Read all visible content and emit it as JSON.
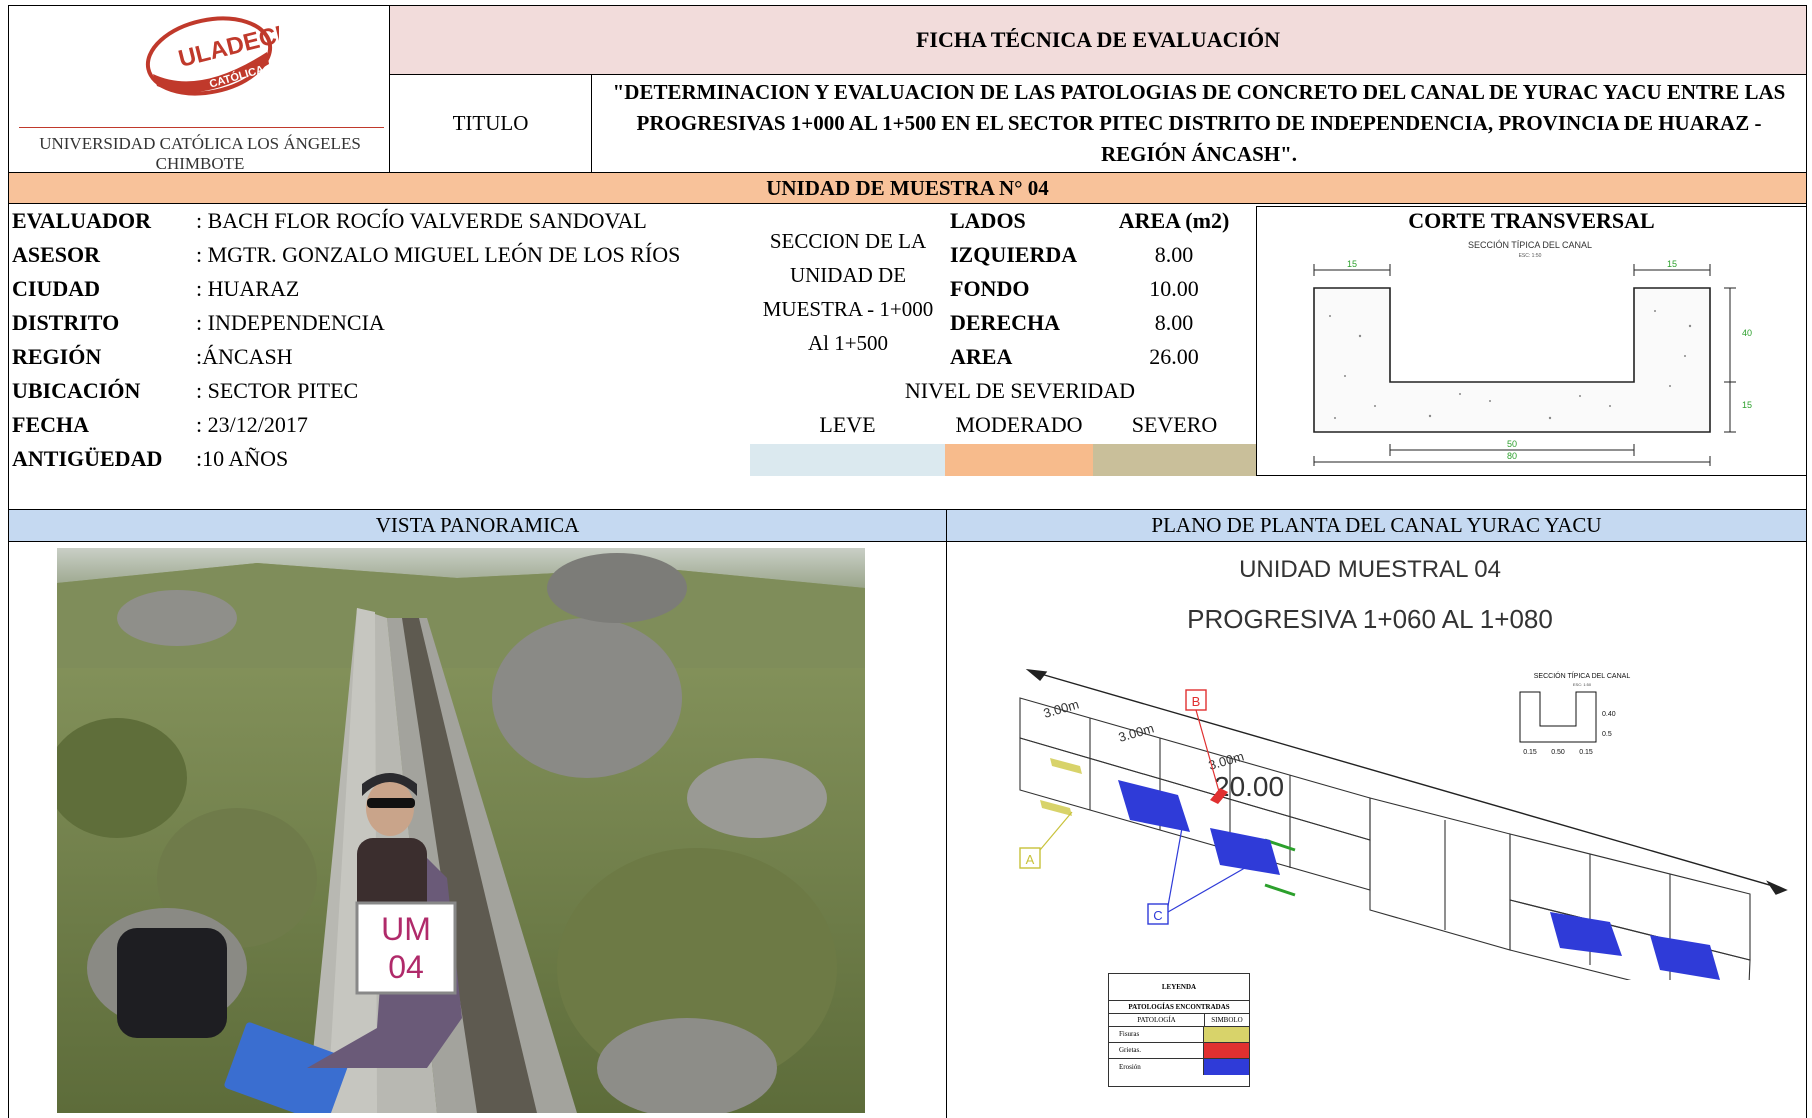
{
  "logo": {
    "text": "ULADECH",
    "subtext": "CATÓLICA"
  },
  "university": {
    "line1": "UNIVERSIDAD CATÓLICA LOS ÁNGELES",
    "line2": "CHIMBOTE"
  },
  "header": {
    "title": "FICHA TÉCNICA DE EVALUACIÓN",
    "label_titulo": "TITULO",
    "thesis_title": "\"DETERMINACION Y EVALUACION DE LAS PATOLOGIAS DE CONCRETO DEL CANAL DE YURAC YACU ENTRE LAS PROGRESIVAS 1+000 AL 1+500  EN EL SECTOR PITEC DISTRITO DE INDEPENDENCIA, PROVINCIA DE HUARAZ - REGIÓN  ÁNCASH\"."
  },
  "unit_bar": "UNIDAD DE MUESTRA N° 04",
  "info": [
    {
      "label": "EVALUADOR",
      "value": ": BACH FLOR ROCÍO VALVERDE SANDOVAL"
    },
    {
      "label": "ASESOR",
      "value": ": MGTR. GONZALO MIGUEL LEÓN DE LOS RÍOS"
    },
    {
      "label": "CIUDAD",
      "value": ": HUARAZ"
    },
    {
      "label": "DISTRITO",
      "value": ": INDEPENDENCIA"
    },
    {
      "label": "REGIÓN",
      "value": ":ÁNCASH"
    },
    {
      "label": "UBICACIÓN",
      "value": ": SECTOR PITEC"
    },
    {
      "label": "FECHA",
      "value": ": 23/12/2017"
    },
    {
      "label": "ANTIGÜEDAD",
      "value": ":10 AÑOS"
    }
  ],
  "section": {
    "l1": "SECCION DE LA",
    "l2": "UNIDAD DE",
    "l3": "MUESTRA - 1+000",
    "l4": "Al 1+500"
  },
  "lados": {
    "h1": "LADOS",
    "h2": "AREA (m2)",
    "rows": [
      {
        "label": "IZQUIERDA",
        "value": "8.00"
      },
      {
        "label": "FONDO",
        "value": "10.00"
      },
      {
        "label": "DERECHA",
        "value": "8.00"
      },
      {
        "label": "AREA",
        "value": "26.00"
      }
    ]
  },
  "severity": {
    "title": "NIVEL DE SEVERIDAD",
    "leve": "LEVE",
    "moderado": "MODERADO",
    "severo": "SEVERO",
    "colors": {
      "leve": "#dbe9ef",
      "moderado": "#f7bb8c",
      "severo": "#c9bf9a"
    }
  },
  "corte": {
    "title": "CORTE TRANSVERSAL",
    "subtitle": "SECCIÓN TÍPICA DEL CANAL",
    "sub2": "ESC: 1:50",
    "dim_top_left": "15",
    "dim_top_right": "15",
    "dim_right_upper": "40",
    "dim_right_lower": "15",
    "dim_bottom_inner": "50",
    "dim_bottom_outer": "80"
  },
  "panel_titles": {
    "left": "VISTA PANORAMICA",
    "right": "PLANO DE PLANTA DEL CANAL YURAC YACU"
  },
  "photo": {
    "sign_l1": "UM",
    "sign_l2": "04"
  },
  "plan": {
    "title1": "UNIDAD MUESTRAL 04",
    "title2": "PROGRESIVA 1+060 AL  1+080",
    "d1": "3.00m",
    "d2": "3.00m",
    "d3": "3.00m",
    "total": "20.00",
    "tag_a": "A",
    "tag_b": "B",
    "tag_c": "C",
    "mini_title": "SECCIÓN TÍPICA DEL CANAL",
    "mini_sub": "ESC: 1:50",
    "mini_d1": "0.40",
    "mini_d2": "0.5",
    "mini_b1": "0.15",
    "mini_b2": "0.50",
    "mini_b3": "0.15"
  },
  "legend": {
    "title": "LEYENDA",
    "subtitle": "PATOLOGÍAS ENCONTRADAS",
    "col1": "PATOLOGÍA",
    "col2": "SIMBOLO",
    "items": [
      {
        "name": "Fisuras",
        "color": "#d8d36a"
      },
      {
        "name": "Grietas.",
        "color": "#e03030"
      },
      {
        "name": "Erosión",
        "color": "#2f3bd8"
      }
    ]
  }
}
